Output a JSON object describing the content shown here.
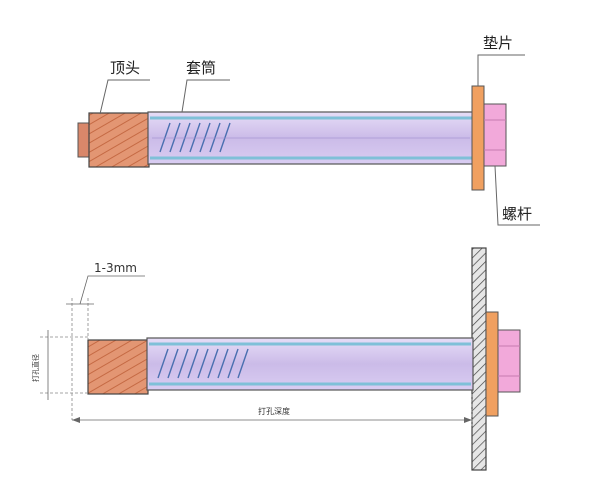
{
  "labels": {
    "top_cap": "顶头",
    "sleeve": "套筒",
    "washer": "垫片",
    "bolt": "螺杆",
    "gap": "1-3mm",
    "hole_diameter": "打孔直径",
    "hole_depth": "打孔深度"
  },
  "colors": {
    "cap": "#e39673",
    "sleeve": "#cdbfe9",
    "sleeve_edge": "#7fc0d8",
    "washer": "#f0a060",
    "nut": "#f2a9da",
    "wall": "#c8c8c8",
    "thread": "#4a6fb0"
  }
}
